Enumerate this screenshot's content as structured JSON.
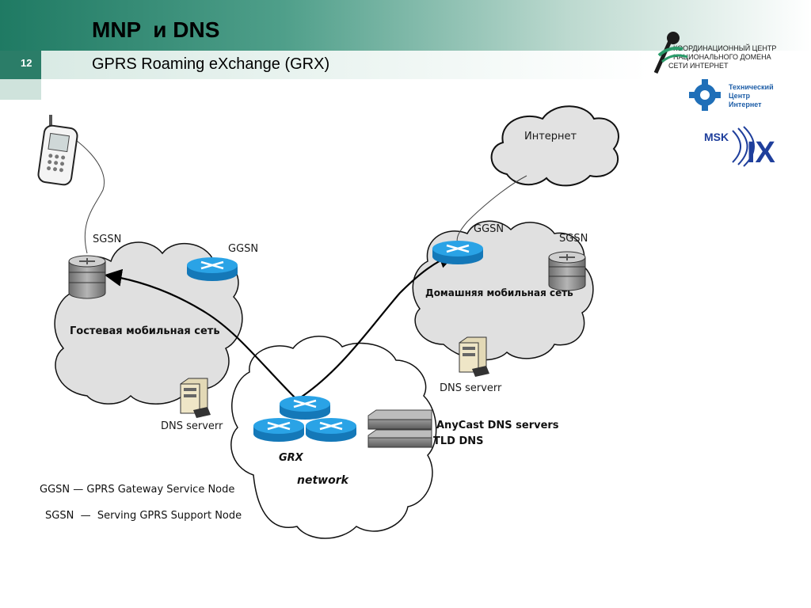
{
  "slide": {
    "number": "12",
    "title": "MNP  и DNS",
    "subtitle": "GPRS Roaming eXchange (GRX)"
  },
  "logos": {
    "ccTLD": [
      "КООРДИНАЦИОННЫЙ ЦЕНТР",
      "НАЦИОНАЛЬНОГО ДОМЕНА",
      "СЕТИ ИНТЕРНЕТ"
    ],
    "tci": [
      "Технический",
      "Центр",
      "Интернет"
    ],
    "mskix": {
      "msk": "MSK",
      "ix": "IX"
    }
  },
  "diagram": {
    "internet": "Интернет",
    "guest_network": "Гостевая  мобильная сеть",
    "home_network": "Домашняя мобильная сеть",
    "guest_sgsn": "SGSN",
    "guest_ggsn": "GGSN",
    "home_ggsn": "GGSN",
    "home_sgsn": "SGSN",
    "guest_dns": "DNS serverr",
    "home_dns": "DNS serverr",
    "grx": "GRX",
    "network": "network",
    "anycast": "AnyCast DNS servers",
    "tld": "TLD DNS"
  },
  "legend": {
    "ggsn": "GGSN — GPRS Gateway Service Node",
    "sgsn": "SGSN  —  Serving GPRS Support Node"
  },
  "colors": {
    "header": "#1f7a63",
    "router": "#1b8fd0",
    "cloud": "#e0e0e0"
  }
}
